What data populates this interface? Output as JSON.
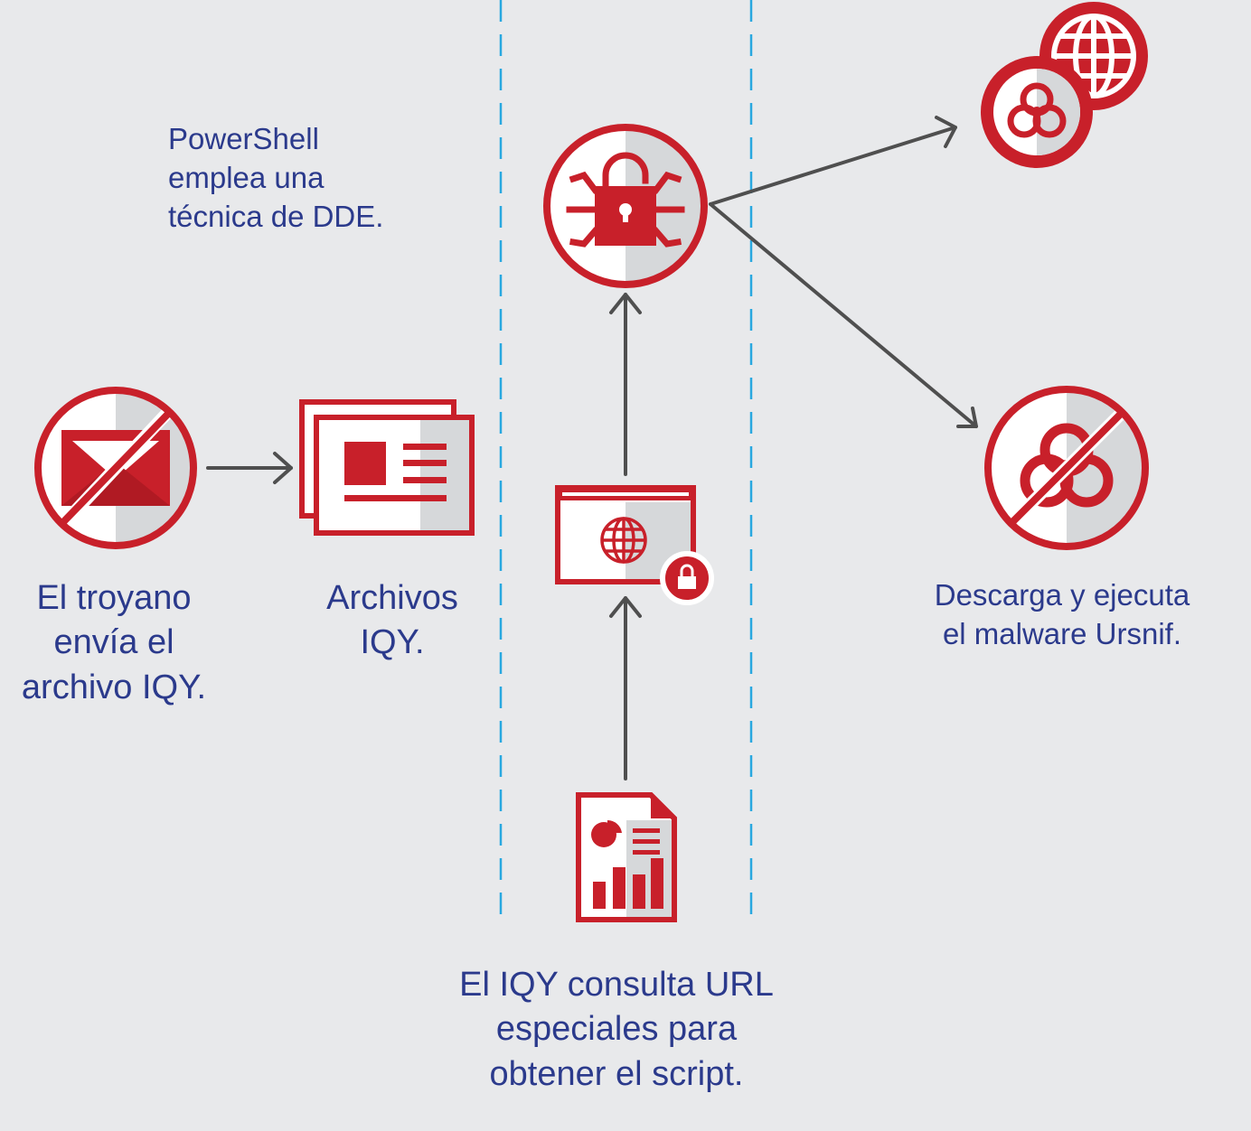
{
  "labels": {
    "powershell": "PowerShell\nemplea una\ntécnica de DDE.",
    "trojan": "El troyano\nenvía el\narchivo IQY.",
    "iqy_files": "Archivos\nIQY.",
    "query": "El IQY consulta URL\nespeciales para\nobtener el script.",
    "download": "Descarga y ejecuta\nel malware Ursnif."
  },
  "icons": [
    "blocked-email-icon",
    "iqy-files-icon",
    "document-chart-icon",
    "secure-web-browser-icon",
    "locked-bug-icon",
    "biohazard-icon",
    "globe-icon",
    "blocked-biohazard-icon"
  ],
  "colors": {
    "accent_red": "#c8202a",
    "arrow_gray": "#4f4f4f",
    "text_blue": "#2b3a8c",
    "divider_blue": "#29a8e0",
    "background": "#e8e9eb"
  }
}
